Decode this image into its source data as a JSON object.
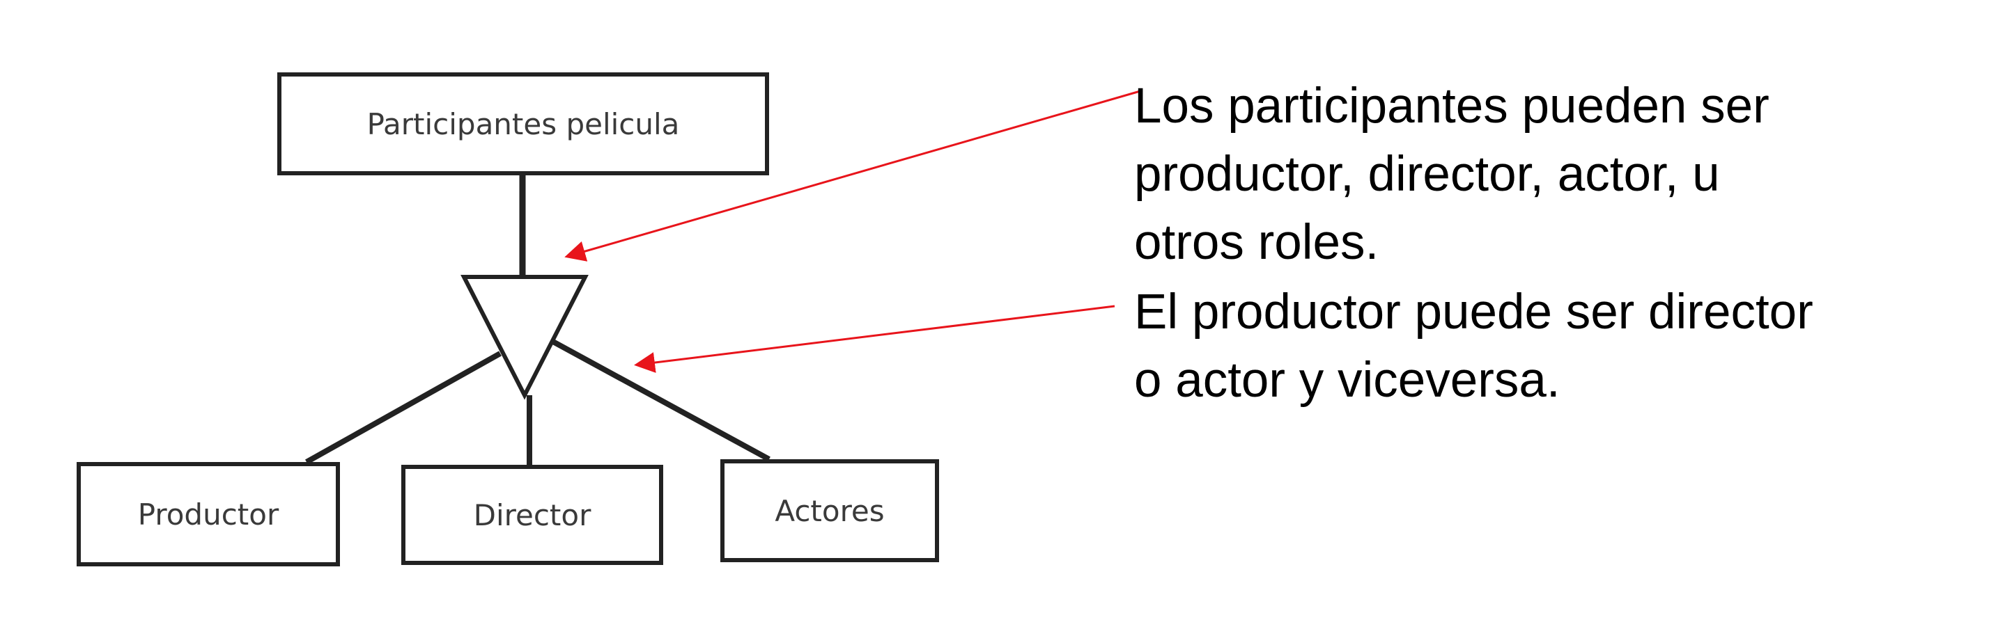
{
  "diagram": {
    "parent_entity": "Participantes pelicula",
    "child_entities": [
      "Productor",
      "Director",
      "Actores"
    ],
    "connector_symbol": "triangle-icon",
    "arrow_color": "#e8141b",
    "line_color": "#222222"
  },
  "annotations": [
    {
      "lines": [
        "Los participantes pueden ser",
        "productor, director, actor, u",
        "otros roles."
      ]
    },
    {
      "lines": [
        "El productor puede ser director",
        "o actor y viceversa."
      ]
    }
  ]
}
